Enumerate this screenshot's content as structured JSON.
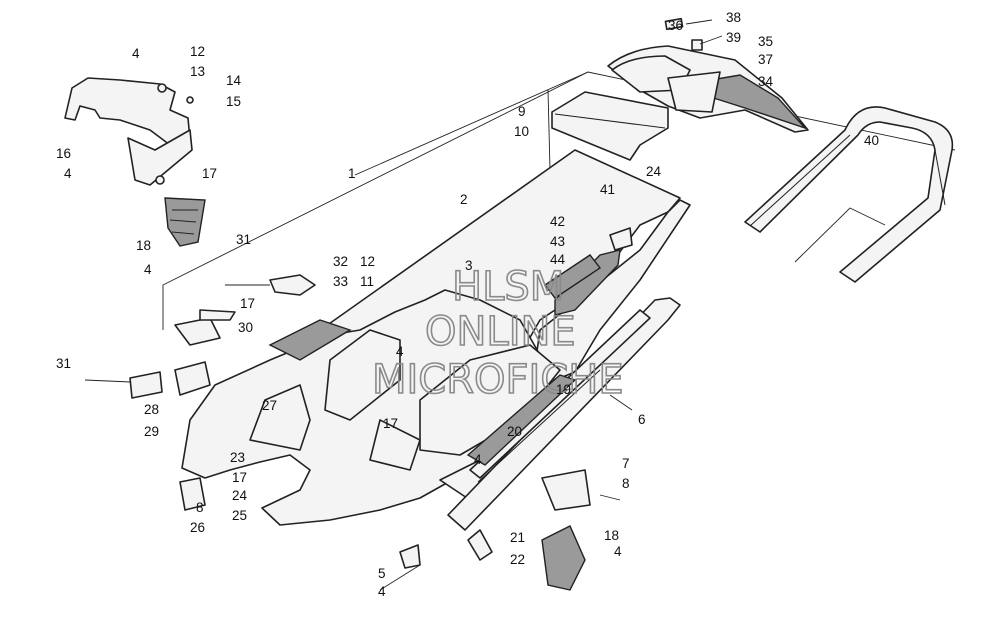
{
  "watermark": {
    "line1": "HLSM",
    "line2": "ONLINE",
    "line3": "MICROFICHE"
  },
  "callouts": {
    "c1": "1",
    "c2": "2",
    "c3": "3",
    "c4a": "4",
    "c4b": "4",
    "c4c": "4",
    "c4d": "4",
    "c4e": "4",
    "c4f": "4",
    "c4g": "4",
    "c5": "5",
    "c6": "6",
    "c7": "7",
    "c8a": "8",
    "c8b": "8",
    "c9": "9",
    "c10": "10",
    "c11": "11",
    "c12a": "12",
    "c12b": "12",
    "c13": "13",
    "c14": "14",
    "c15": "15",
    "c16": "16",
    "c17a": "17",
    "c17b": "17",
    "c17c": "17",
    "c17d": "17",
    "c18a": "18",
    "c18b": "18",
    "c19": "19",
    "c20": "20",
    "c21": "21",
    "c22": "22",
    "c23": "23",
    "c24a": "24",
    "c24b": "24",
    "c25": "25",
    "c26": "26",
    "c27": "27",
    "c28": "28",
    "c29": "29",
    "c30": "30",
    "c31a": "31",
    "c31b": "31",
    "c32": "32",
    "c33": "33",
    "c34": "34",
    "c35": "35",
    "c36": "36",
    "c37": "37",
    "c38": "38",
    "c39": "39",
    "c40": "40",
    "c41": "41",
    "c42": "42",
    "c43": "43",
    "c44": "44"
  }
}
